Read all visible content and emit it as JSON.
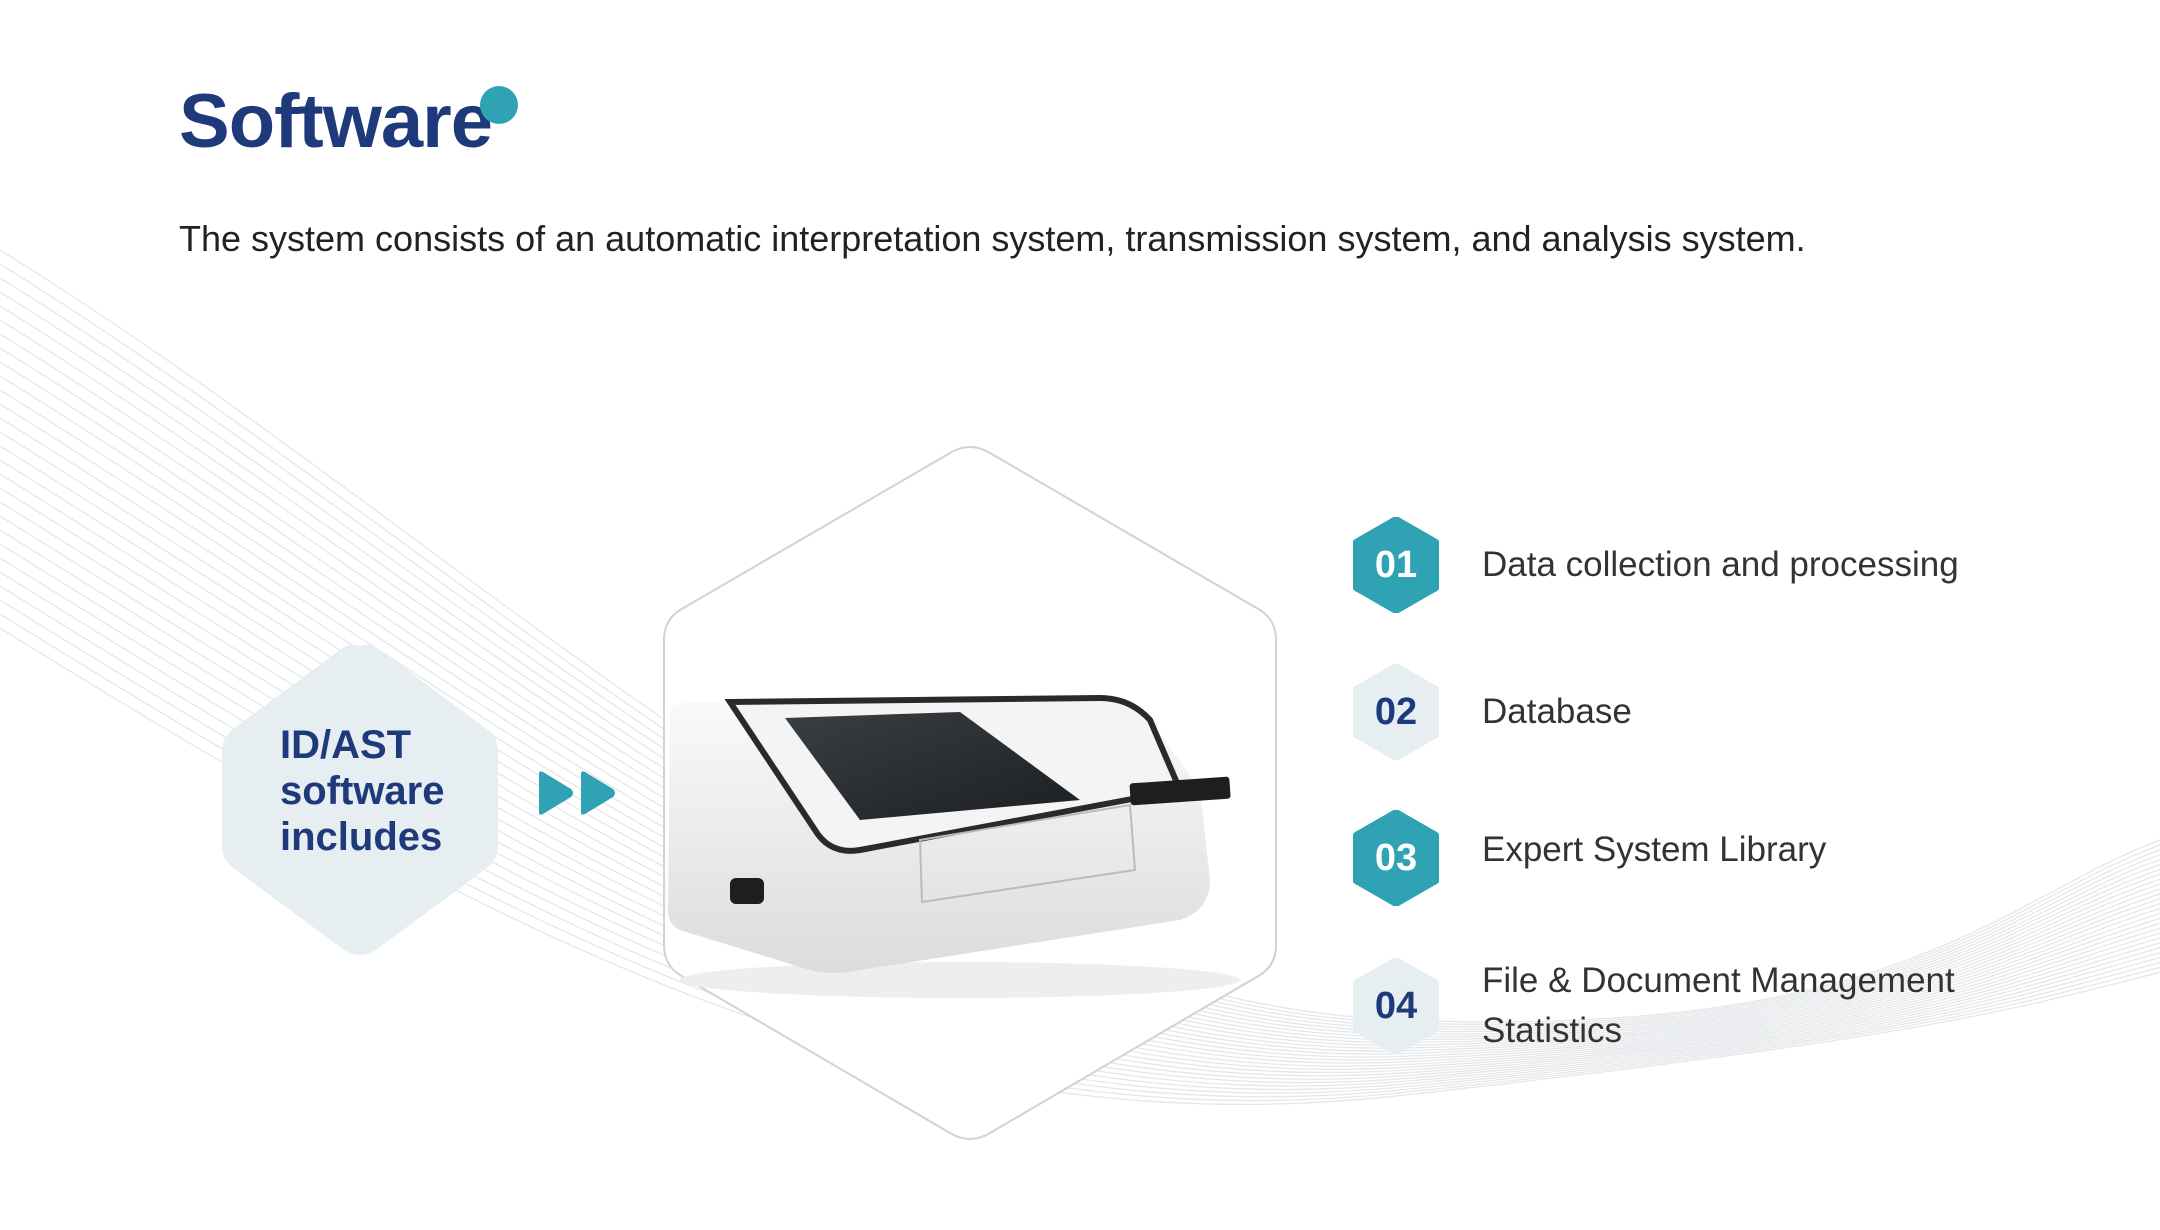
{
  "header": {
    "title": "Software",
    "subtitle": "The system consists of an automatic interpretation system, transmission system, and analysis system."
  },
  "intro_badge": {
    "lines": [
      "ID/AST",
      "software",
      "includes"
    ]
  },
  "items": [
    {
      "number": "01",
      "label": "Data collection and processing",
      "style": "filled"
    },
    {
      "number": "02",
      "label": "Database",
      "style": "light"
    },
    {
      "number": "03",
      "label": "Expert System Library",
      "style": "filled"
    },
    {
      "number": "04",
      "label": "File & Document Management",
      "label2": "Statistics",
      "style": "light"
    }
  ],
  "colors": {
    "brand_navy": "#1e3a7b",
    "accent_teal": "#2fa3b4",
    "hex_light": "#e6eef1"
  }
}
